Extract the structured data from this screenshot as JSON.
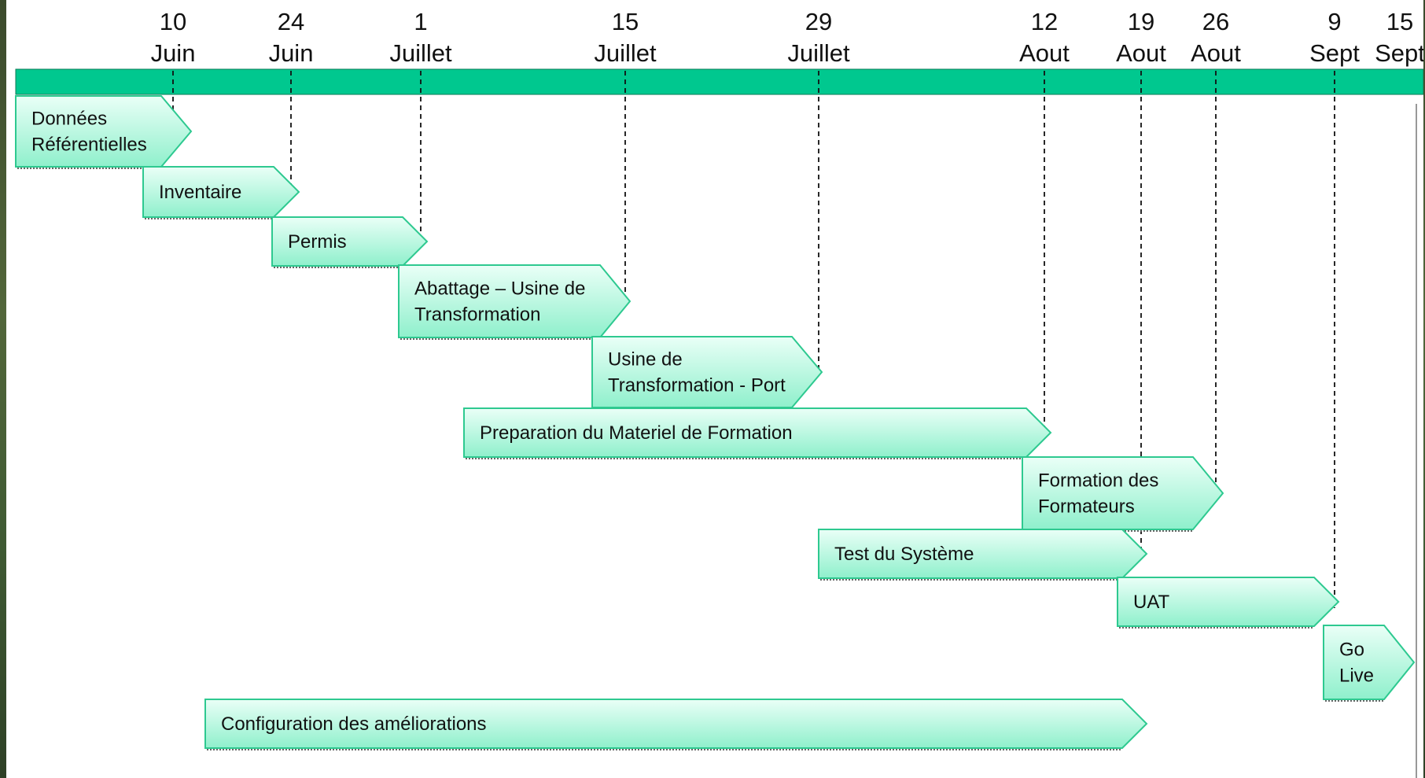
{
  "dates": [
    {
      "day": "10",
      "month": "Juin"
    },
    {
      "day": "24",
      "month": "Juin"
    },
    {
      "day": "1",
      "month": "Juillet"
    },
    {
      "day": "15",
      "month": "Juillet"
    },
    {
      "day": "29",
      "month": "Juillet"
    },
    {
      "day": "12",
      "month": "Aout"
    },
    {
      "day": "19",
      "month": "Aout"
    },
    {
      "day": "26",
      "month": "Aout"
    },
    {
      "day": "9",
      "month": "Sept"
    },
    {
      "day": "15",
      "month": "Sept"
    }
  ],
  "tasks": [
    {
      "lines": [
        "Données",
        "Référentielles"
      ]
    },
    {
      "lines": [
        "Inventaire"
      ]
    },
    {
      "lines": [
        "Permis"
      ]
    },
    {
      "lines": [
        "Abattage – Usine de",
        "Transformation"
      ]
    },
    {
      "lines": [
        "Usine de",
        "Transformation - Port"
      ]
    },
    {
      "lines": [
        "Preparation du Materiel de Formation"
      ]
    },
    {
      "lines": [
        "Formation des",
        "Formateurs"
      ]
    },
    {
      "lines": [
        "Test du  Système"
      ]
    },
    {
      "lines": [
        "UAT"
      ]
    },
    {
      "lines": [
        "Go",
        "Live"
      ]
    },
    {
      "lines": [
        "Configuration des améliorations"
      ]
    }
  ],
  "colors": {
    "timeline_bar": "#00c88f",
    "arrow_light": "#eafff7",
    "arrow_dark": "#8ff0cc",
    "arrow_border": "#2ec990"
  }
}
